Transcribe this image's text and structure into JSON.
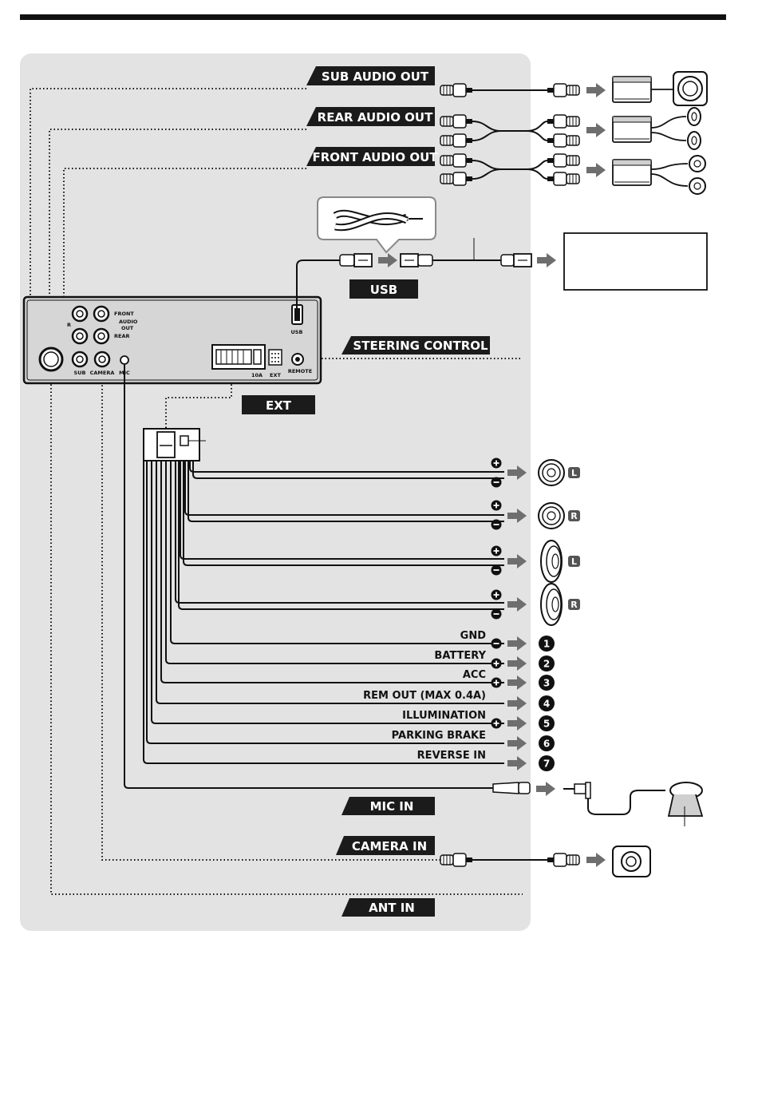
{
  "colors": {
    "panel": "#e3e3e3",
    "ink": "#111111",
    "tag": "#1b1b1b",
    "arrow": "#6e6e6e"
  },
  "tags": {
    "sub_audio_out": "SUB AUDIO OUT",
    "rear_audio_out": "REAR AUDIO OUT",
    "front_audio_out": "FRONT AUDIO OUT",
    "usb": "USB",
    "steering_control": "STEERING CONTROL",
    "ext": "EXT",
    "mic_in": "MIC IN",
    "camera_in": "CAMERA IN",
    "ant_in": "ANT IN"
  },
  "unit_labels": {
    "front": "FRONT",
    "audio": "AUDIO",
    "out": "OUT",
    "rear": "REAR",
    "r": "R",
    "sub": "SUB",
    "camera": "CAMERA",
    "mic": "MIC",
    "usb": "USB",
    "fuse": "10A",
    "ext": "EXT",
    "remote": "REMOTE"
  },
  "speaker_outputs": [
    {
      "side": "L"
    },
    {
      "side": "R"
    },
    {
      "side": "L"
    },
    {
      "side": "R"
    }
  ],
  "wires": [
    {
      "label": "GND",
      "polarity": "−",
      "number": "1"
    },
    {
      "label": "BATTERY",
      "polarity": "+",
      "number": "2"
    },
    {
      "label": "ACC",
      "polarity": "+",
      "number": "3"
    },
    {
      "label": "REM OUT (MAX 0.4A)",
      "polarity": "",
      "number": "4"
    },
    {
      "label": "ILLUMINATION",
      "polarity": "+",
      "number": "5"
    },
    {
      "label": "PARKING BRAKE",
      "polarity": "",
      "number": "6"
    },
    {
      "label": "REVERSE IN",
      "polarity": "",
      "number": "7"
    }
  ],
  "icons": {
    "rca_plug": "rca-plug-icon",
    "usb_plug": "usb-plug-icon",
    "amplifier": "amplifier-box-icon",
    "subwoofer": "subwoofer-icon",
    "speaker": "speaker-icon",
    "microphone": "microphone-icon",
    "camera": "camera-icon",
    "arrow": "right-arrow-icon"
  }
}
